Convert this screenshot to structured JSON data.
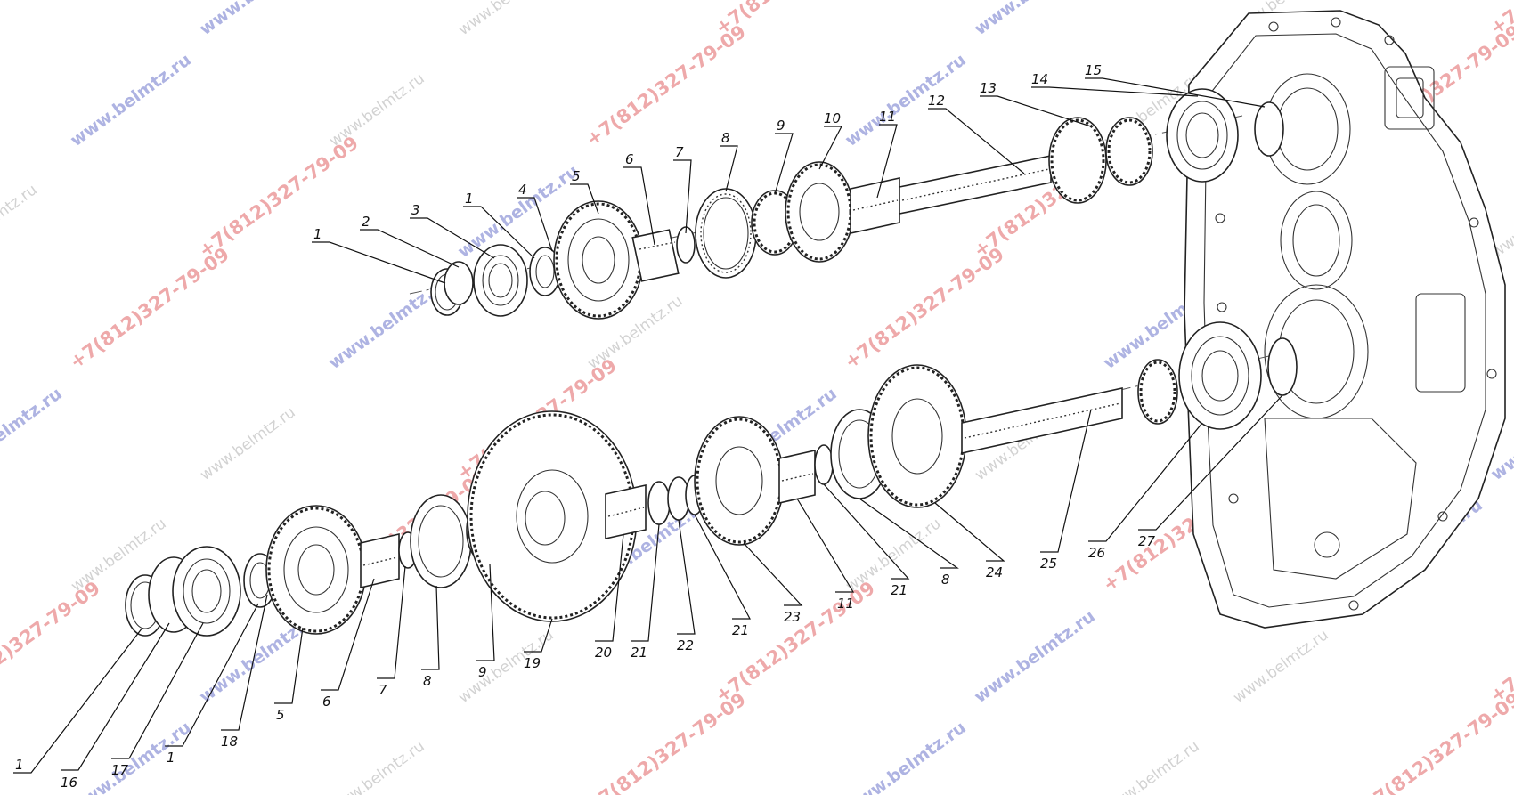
{
  "watermarks": {
    "site_url": "www.belmtz.ru",
    "phone": "+7(812)327-79-09"
  },
  "callouts": [
    {
      "id": "c-1-top",
      "label": "1"
    },
    {
      "id": "c-2",
      "label": "2"
    },
    {
      "id": "c-3",
      "label": "3"
    },
    {
      "id": "c-1-top-b",
      "label": "1"
    },
    {
      "id": "c-4",
      "label": "4"
    },
    {
      "id": "c-5-top",
      "label": "5"
    },
    {
      "id": "c-6-top",
      "label": "6"
    },
    {
      "id": "c-7-top",
      "label": "7"
    },
    {
      "id": "c-8-top",
      "label": "8"
    },
    {
      "id": "c-9-top",
      "label": "9"
    },
    {
      "id": "c-10",
      "label": "10"
    },
    {
      "id": "c-11-top",
      "label": "11"
    },
    {
      "id": "c-12",
      "label": "12"
    },
    {
      "id": "c-13",
      "label": "13"
    },
    {
      "id": "c-14",
      "label": "14"
    },
    {
      "id": "c-15",
      "label": "15"
    },
    {
      "id": "c-1-bot-a",
      "label": "1"
    },
    {
      "id": "c-16",
      "label": "16"
    },
    {
      "id": "c-17",
      "label": "17"
    },
    {
      "id": "c-1-bot-b",
      "label": "1"
    },
    {
      "id": "c-18",
      "label": "18"
    },
    {
      "id": "c-5-bot",
      "label": "5"
    },
    {
      "id": "c-6-bot",
      "label": "6"
    },
    {
      "id": "c-7-bot",
      "label": "7"
    },
    {
      "id": "c-8-bot-a",
      "label": "8"
    },
    {
      "id": "c-9-bot",
      "label": "9"
    },
    {
      "id": "c-19",
      "label": "19"
    },
    {
      "id": "c-20",
      "label": "20"
    },
    {
      "id": "c-21-a",
      "label": "21"
    },
    {
      "id": "c-22",
      "label": "22"
    },
    {
      "id": "c-21-b",
      "label": "21"
    },
    {
      "id": "c-23",
      "label": "23"
    },
    {
      "id": "c-11-bot",
      "label": "11"
    },
    {
      "id": "c-21-c",
      "label": "21"
    },
    {
      "id": "c-8-bot-b",
      "label": "8"
    },
    {
      "id": "c-24",
      "label": "24"
    },
    {
      "id": "c-25",
      "label": "25"
    },
    {
      "id": "c-26",
      "label": "26"
    },
    {
      "id": "c-27",
      "label": "27"
    }
  ]
}
